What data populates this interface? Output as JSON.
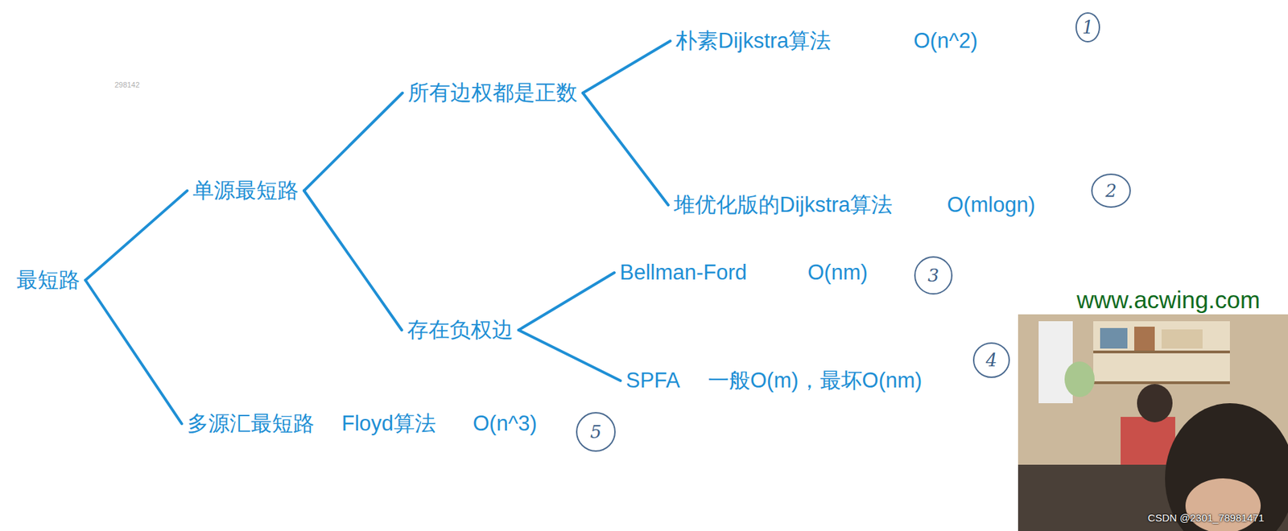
{
  "diagram": {
    "nodes": [
      {
        "text": [
          "最短路"
        ]
      },
      {
        "text": [
          "单源最短路"
        ]
      },
      {
        "text": [
          "所有边权都是正数"
        ]
      },
      {
        "text": [
          "朴素Dijkstra算法",
          "O(n^2)"
        ]
      },
      {
        "text": [
          "堆优化版的Dijkstra算法",
          "O(mlogn)"
        ]
      },
      {
        "text": [
          "存在负权边"
        ]
      },
      {
        "text": [
          "Bellman-Ford",
          "O(nm)"
        ]
      },
      {
        "text": [
          "SPFA",
          "一般O(m)，最坏O(nm)"
        ]
      },
      {
        "text": [
          "多源汇最短路",
          "Floyd算法",
          "O(n^3)"
        ]
      }
    ],
    "edges": [
      {
        "from": 0,
        "to": 1,
        "arrow": "none"
      },
      {
        "from": 1,
        "to": 2,
        "arrow": "none"
      },
      {
        "from": 2,
        "to": 3,
        "arrow": "none"
      },
      {
        "from": 2,
        "to": 4,
        "arrow": "none"
      },
      {
        "from": 1,
        "to": 5,
        "arrow": "none"
      },
      {
        "from": 5,
        "to": 6,
        "arrow": "none"
      },
      {
        "from": 5,
        "to": 7,
        "arrow": "none"
      },
      {
        "from": 0,
        "to": 8,
        "arrow": "none"
      }
    ],
    "labels": [
      "1",
      "2",
      "3",
      "4",
      "5",
      "www.acwing.com",
      "CSDN @2301_78981471",
      "298142"
    ]
  }
}
